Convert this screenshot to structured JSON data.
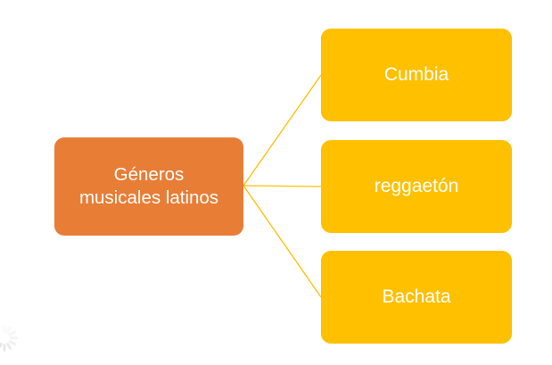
{
  "diagram": {
    "type": "mind-map",
    "background_color": "#FFFFFF",
    "root": {
      "id": "root",
      "label": "Géneros\nmusicales latinos",
      "fill_color": "#E87D36",
      "text_color": "#FFFFFF"
    },
    "branches": [
      {
        "id": "cumbia",
        "label": "Cumbia",
        "fill_color": "#FFC000",
        "text_color": "#FFFFFF"
      },
      {
        "id": "reggaeton",
        "label": "reggaetón",
        "fill_color": "#FFC000",
        "text_color": "#FFFFFF"
      },
      {
        "id": "bachata",
        "label": "Bachata",
        "fill_color": "#FFC000",
        "text_color": "#FFFFFF"
      }
    ],
    "connector_color": "#FFC000"
  },
  "overlay": {
    "spinner": {
      "icon": "loading-spinner-icon",
      "color": "#C9C9C9"
    }
  }
}
